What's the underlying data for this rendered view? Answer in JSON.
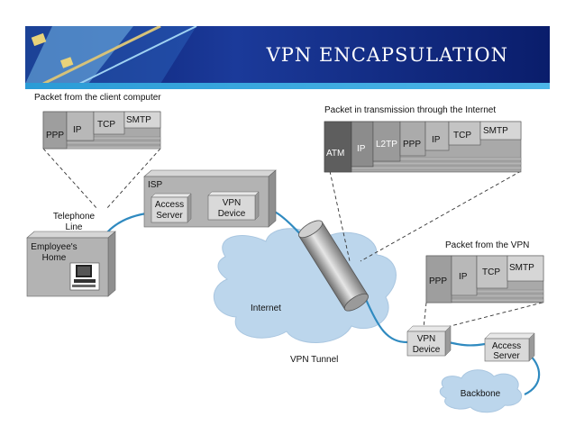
{
  "title": "VPN ENCAPSULATION",
  "client_packet": {
    "caption": "Packet from the client computer",
    "layers": [
      "PPP",
      "IP",
      "TCP",
      "SMTP"
    ]
  },
  "internet_packet": {
    "caption": "Packet in transmission through the Internet",
    "layers": [
      "ATM",
      "IP",
      "L2TP",
      "PPP",
      "IP",
      "TCP",
      "SMTP"
    ]
  },
  "vpn_packet": {
    "caption": "Packet from the VPN",
    "layers": [
      "PPP",
      "IP",
      "TCP",
      "SMTP"
    ]
  },
  "isp": {
    "label": "ISP",
    "access_server": [
      "Access",
      "Server"
    ],
    "vpn_device": [
      "VPN",
      "Device"
    ]
  },
  "home": {
    "label": [
      "Employee's",
      "Home"
    ]
  },
  "telephone_line": [
    "Telephone",
    "Line"
  ],
  "internet_label": "Internet",
  "tunnel_label": "VPN Tunnel",
  "remote": {
    "vpn_device": [
      "VPN",
      "Device"
    ],
    "access_server": [
      "Access",
      "Server"
    ]
  },
  "backbone_label": "Backbone",
  "colors": {
    "banner": "#0b1f6e",
    "stripe": "#2a9bd6",
    "cloud": "#bcd6ec",
    "line": "#2f8ac0"
  }
}
